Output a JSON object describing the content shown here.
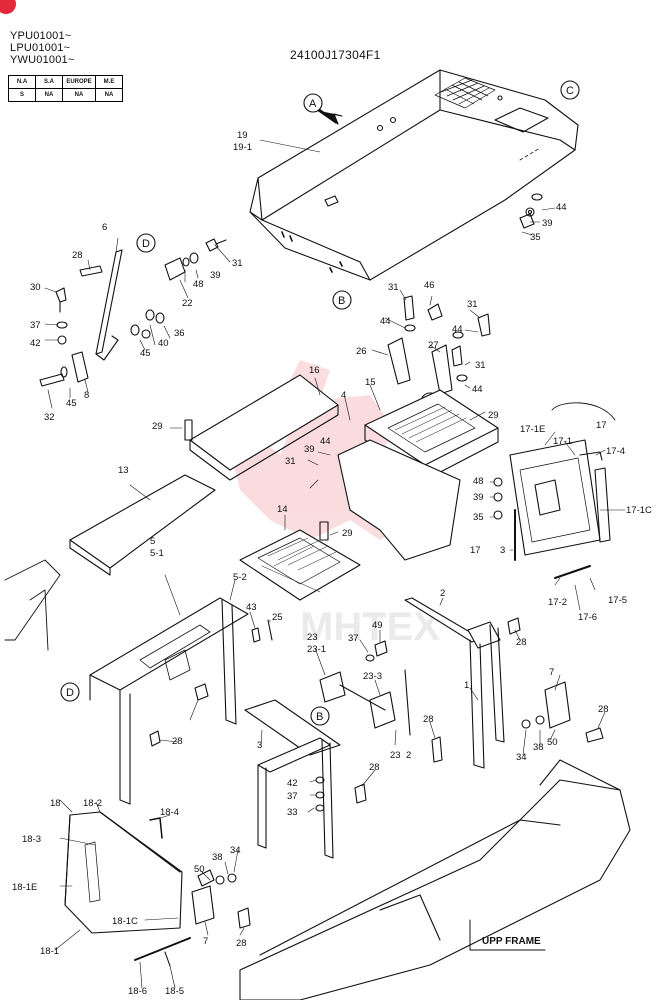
{
  "header": {
    "serials": [
      "YPU01001~",
      "LPU01001~",
      "YWU01001~"
    ],
    "diagram_code": "24100J17304F1",
    "region_table": {
      "headers": [
        "N.A",
        "S.A",
        "EUROPE",
        "M.E"
      ],
      "values": [
        "S",
        "NA",
        "NA",
        "NA"
      ]
    }
  },
  "watermark": {
    "text": "MHTEX",
    "color": "#e32a3a"
  },
  "callouts": [
    "A",
    "B",
    "C",
    "D",
    "B",
    "C",
    "D"
  ],
  "frame_label": "UPP FRAME",
  "part_labels": [
    "19",
    "19-1",
    "44",
    "39",
    "35",
    "6",
    "28",
    "31",
    "30",
    "39",
    "48",
    "22",
    "37",
    "36",
    "42",
    "40",
    "45",
    "8",
    "32",
    "45",
    "46",
    "31",
    "31",
    "44",
    "44",
    "26",
    "27",
    "31",
    "44",
    "16",
    "15",
    "4",
    "29",
    "29",
    "39",
    "44",
    "31",
    "17",
    "17-1E",
    "17-1",
    "17-4",
    "48",
    "39",
    "35",
    "17-1C",
    "17",
    "3",
    "17-2",
    "17-5",
    "17-6",
    "13",
    "14",
    "29",
    "5",
    "5-1",
    "5-2",
    "43",
    "25",
    "2",
    "28",
    "23",
    "23-1",
    "37",
    "49",
    "23-3",
    "7",
    "28",
    "50",
    "1",
    "28",
    "34",
    "38",
    "28",
    "23",
    "2",
    "3",
    "42",
    "37",
    "33",
    "28",
    "18",
    "18-2",
    "18-4",
    "18-3",
    "38",
    "34",
    "50",
    "18-1E",
    "18-1C",
    "7",
    "28",
    "18-1",
    "18-6",
    "18-5"
  ]
}
